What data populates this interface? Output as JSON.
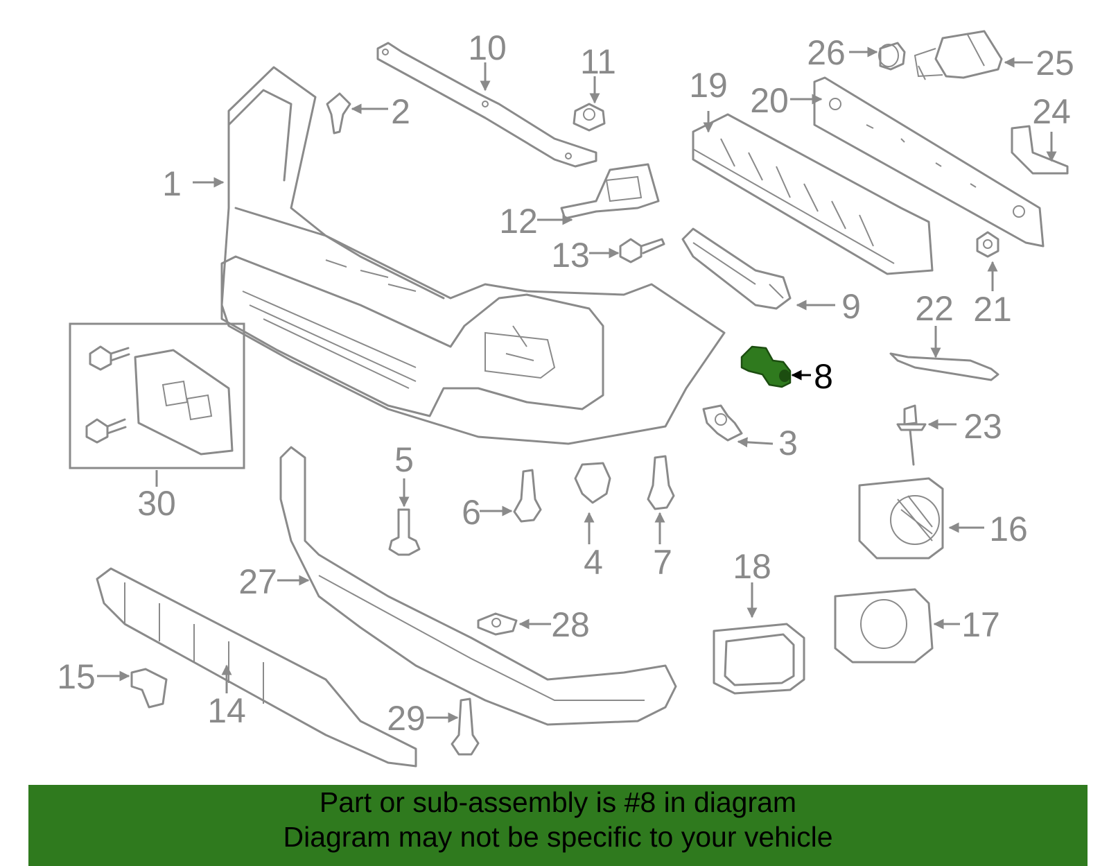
{
  "diagram": {
    "highlighted_part": "8",
    "highlight_color": "#2f7a1e",
    "line_color": "#8a8a8a",
    "callouts": [
      "1",
      "2",
      "3",
      "4",
      "5",
      "6",
      "7",
      "8",
      "9",
      "10",
      "11",
      "12",
      "13",
      "14",
      "15",
      "16",
      "17",
      "18",
      "19",
      "20",
      "21",
      "22",
      "23",
      "24",
      "25",
      "26",
      "27",
      "28",
      "29",
      "30"
    ]
  },
  "banner": {
    "line1": "Part or sub-assembly is #8 in diagram",
    "line2": "Diagram may not be specific to your vehicle",
    "background": "#2f7a1e"
  }
}
